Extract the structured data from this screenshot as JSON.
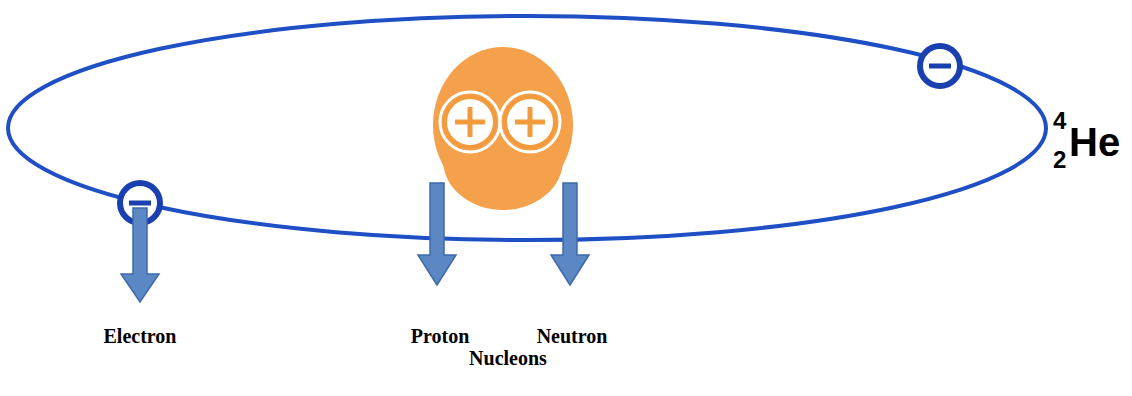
{
  "diagram": {
    "labels": [
      "Electron",
      "Proton",
      "Neutron",
      "Nucleons",
      "4",
      "2",
      "He"
    ]
  }
}
